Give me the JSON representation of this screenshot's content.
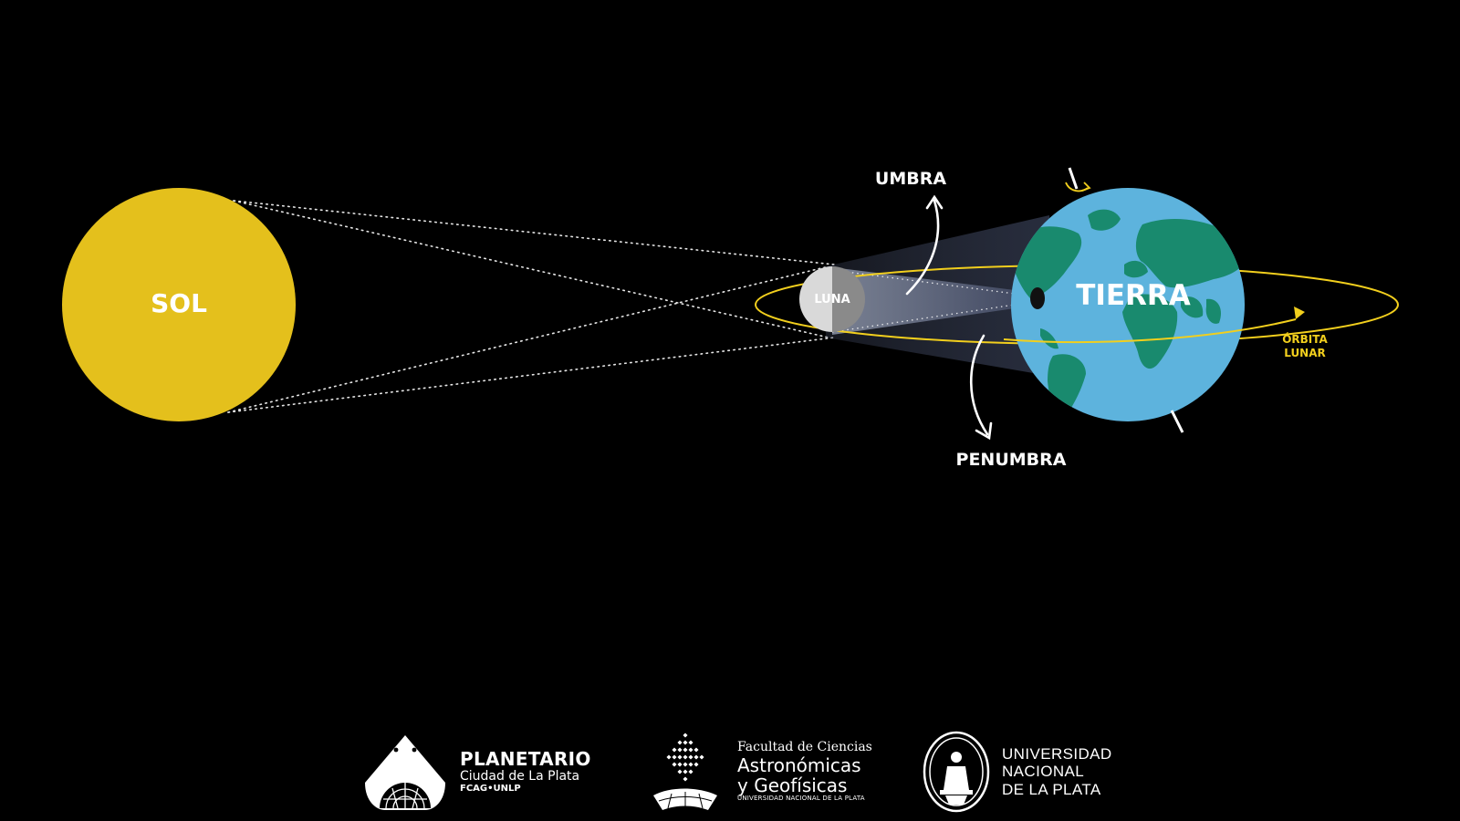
{
  "labels": {
    "sol": "SOL",
    "luna": "LUNA",
    "tierra": "TIERRA",
    "umbra": "UMBRA",
    "penumbra": "PENUMBRA",
    "orbita_line1": "ÓRBITA",
    "orbita_line2": "LUNAR"
  },
  "colors": {
    "background": "#000000",
    "sun": "#e4c01c",
    "ocean": "#5db3dd",
    "land": "#198a6e",
    "orbit": "#f2cf1d",
    "moon_lit": "#d9d9d9",
    "moon_dark": "#8a8a8a"
  },
  "footer": {
    "planetario": {
      "title": "PLANETARIO",
      "subtitle": "Ciudad de La Plata",
      "small": "FCAG•UNLP"
    },
    "fcag": {
      "line1": "Facultad de Ciencias",
      "line2": "Astronómicas",
      "line3": "y Geofísicas",
      "line4": "UNIVERSIDAD NACIONAL DE LA PLATA"
    },
    "unlp": {
      "line1": "UNIVERSIDAD",
      "line2": "NACIONAL",
      "line3": "DE LA PLATA"
    }
  }
}
